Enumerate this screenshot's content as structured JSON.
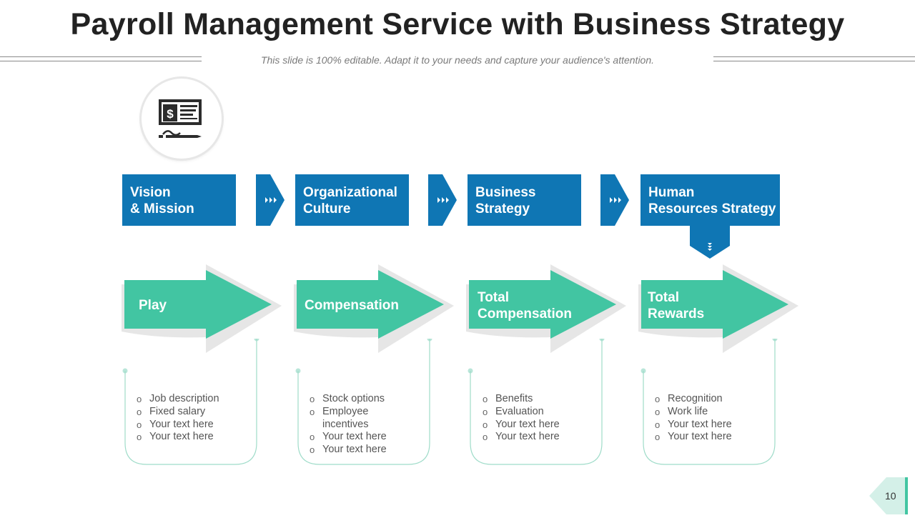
{
  "header": {
    "title": "Payroll Management Service with Business Strategy",
    "subtitle": "This slide is 100% editable. Adapt it to your needs and capture your audience's attention."
  },
  "top_icon": "payroll-check-pen-icon",
  "process": [
    {
      "label": "Vision\n& Mission"
    },
    {
      "label": "Organizational\nCulture"
    },
    {
      "label": "Business\nStrategy"
    },
    {
      "label": "Human\nResources Strategy"
    }
  ],
  "steps": [
    {
      "label": "Play",
      "items": [
        "Job description",
        "Fixed salary",
        "Your text here",
        "Your text here"
      ]
    },
    {
      "label": "Compensation",
      "items": [
        "Stock options",
        "Employee\nincentives",
        "Your text here",
        "Your text here"
      ]
    },
    {
      "label": "Total\nCompensation",
      "items": [
        "Benefits",
        "Evaluation",
        "Your text here",
        "Your text here"
      ]
    },
    {
      "label": "Total\nRewards",
      "items": [
        "Recognition",
        "Work life",
        "Your text here",
        "Your text here"
      ]
    }
  ],
  "page_number": "10",
  "colors": {
    "blue": "#0f76b4",
    "green": "#42c5a2",
    "title": "#222222"
  }
}
